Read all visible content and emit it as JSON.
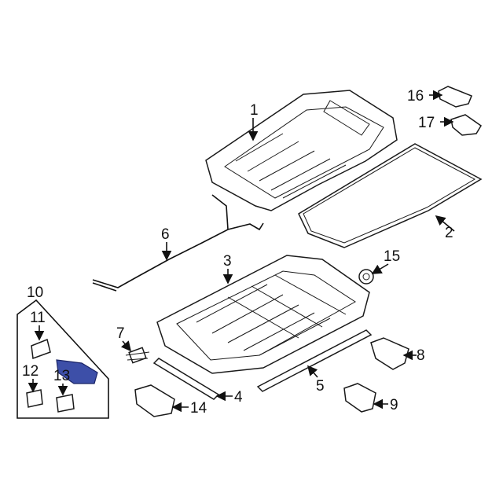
{
  "callouts": {
    "c1": "1",
    "c2": "2",
    "c3": "3",
    "c4": "4",
    "c5": "5",
    "c6": "6",
    "c7": "7",
    "c8": "8",
    "c9": "9",
    "c10": "10",
    "c11": "11",
    "c12": "12",
    "c13": "13",
    "c14": "14",
    "c15": "15",
    "c16": "16",
    "c17": "17"
  },
  "colors": {
    "line": "#111111",
    "highlight": "#3d4fa8"
  }
}
